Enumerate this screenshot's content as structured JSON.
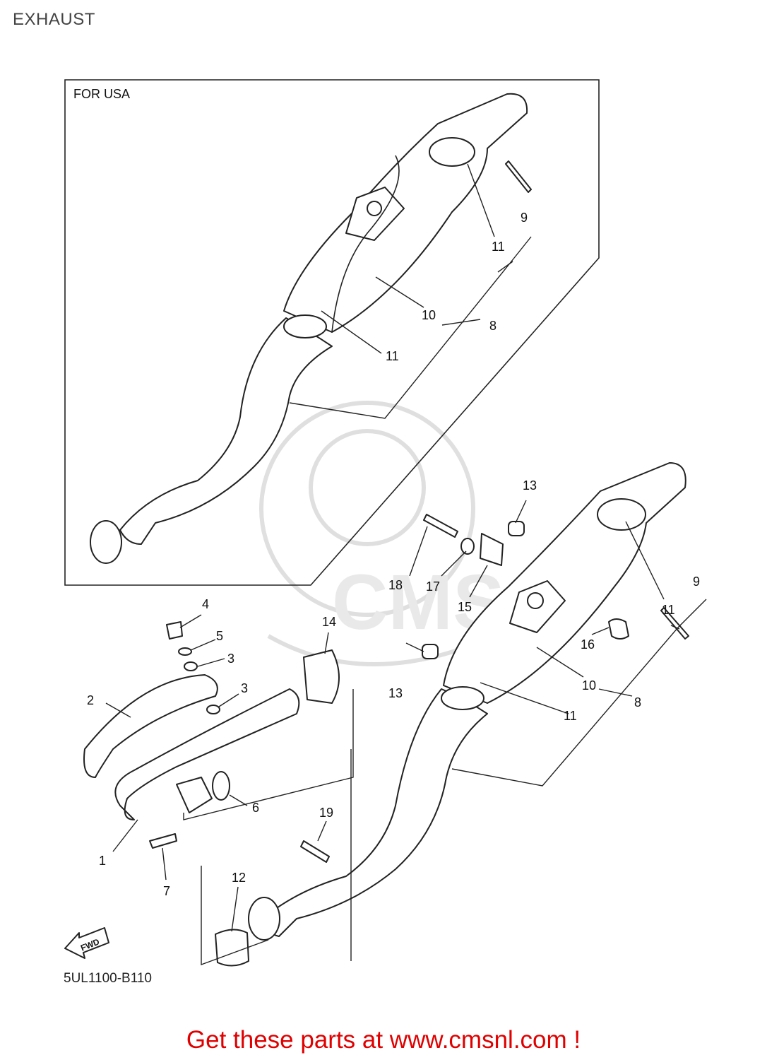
{
  "header": {
    "title": "EXHAUST"
  },
  "diagram": {
    "inset_label": "FOR USA",
    "drawing_code": "5UL1100-B110",
    "fwd_label": "FWD",
    "watermark": "CMS",
    "callouts": [
      {
        "id": "c9a",
        "text": "9"
      },
      {
        "id": "c11a",
        "text": "11"
      },
      {
        "id": "c10a",
        "text": "10"
      },
      {
        "id": "c8a",
        "text": "8"
      },
      {
        "id": "c11b",
        "text": "11"
      },
      {
        "id": "c13a",
        "text": "13"
      },
      {
        "id": "c18",
        "text": "18"
      },
      {
        "id": "c17",
        "text": "17"
      },
      {
        "id": "c15",
        "text": "15"
      },
      {
        "id": "c9b",
        "text": "9"
      },
      {
        "id": "c11c",
        "text": "11"
      },
      {
        "id": "c16",
        "text": "16"
      },
      {
        "id": "c10b",
        "text": "10"
      },
      {
        "id": "c8b",
        "text": "8"
      },
      {
        "id": "c11d",
        "text": "11"
      },
      {
        "id": "c13b",
        "text": "13"
      },
      {
        "id": "c14",
        "text": "14"
      },
      {
        "id": "c4",
        "text": "4"
      },
      {
        "id": "c5",
        "text": "5"
      },
      {
        "id": "c3a",
        "text": "3"
      },
      {
        "id": "c3b",
        "text": "3"
      },
      {
        "id": "c2",
        "text": "2"
      },
      {
        "id": "c6",
        "text": "6"
      },
      {
        "id": "c1",
        "text": "1"
      },
      {
        "id": "c7",
        "text": "7"
      },
      {
        "id": "c19",
        "text": "19"
      },
      {
        "id": "c12",
        "text": "12"
      }
    ]
  },
  "footer": {
    "cta": "Get these parts at www.cmsnl.com !"
  },
  "colors": {
    "cta": "#e00000",
    "line": "#222222",
    "watermark": "#d8d8d8"
  }
}
